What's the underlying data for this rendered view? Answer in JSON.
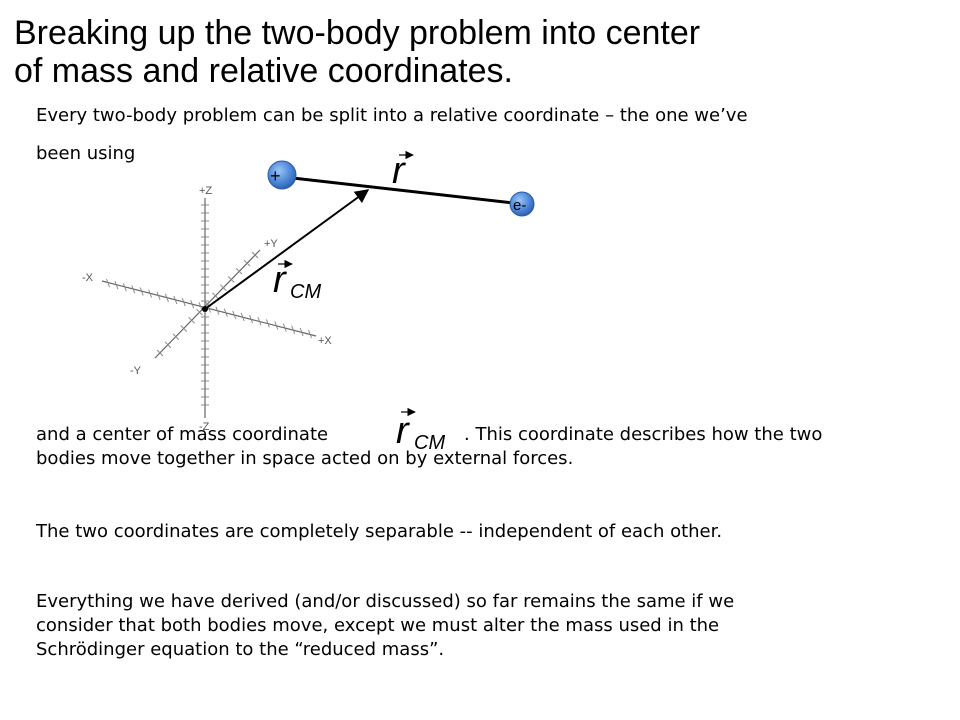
{
  "slide": {
    "title_line1": "Breaking up the two-body problem into center",
    "title_line2": "of mass and relative coordinates.",
    "intro_line1": "Every two-body problem can be split into a relative coordinate – the one we’ve",
    "intro_line2": "been using",
    "cm_line1_start": "and a center of mass coordinate",
    "cm_line1_end": ". This coordinate describes how the two",
    "cm_line2": "bodies move together in space acted on by external forces.",
    "separable": "The two coordinates are completely separable -- independent of each other.",
    "everything_line1": "Everything we have derived (and/or discussed) so far remains the same if we",
    "everything_line2": "consider that both bodies move, except we must alter the mass used in the",
    "everything_line3": "Schrödinger equation to the “reduced mass”."
  },
  "diagram": {
    "axis_labels": {
      "plus_z": "+Z",
      "minus_z": "-Z",
      "plus_x": "+X",
      "minus_x": "-X",
      "plus_y": "+Y",
      "minus_y": "-Y"
    },
    "proton_label": "+",
    "electron_label": "e-",
    "vector_r_symbol": "r",
    "vector_rcm_symbol": "r",
    "vector_rcm_subscript": "CM",
    "colors": {
      "particle_fill": "#4a86d8",
      "particle_stroke": "#2a5aa8",
      "axis": "#666666",
      "vector": "#000000"
    }
  }
}
